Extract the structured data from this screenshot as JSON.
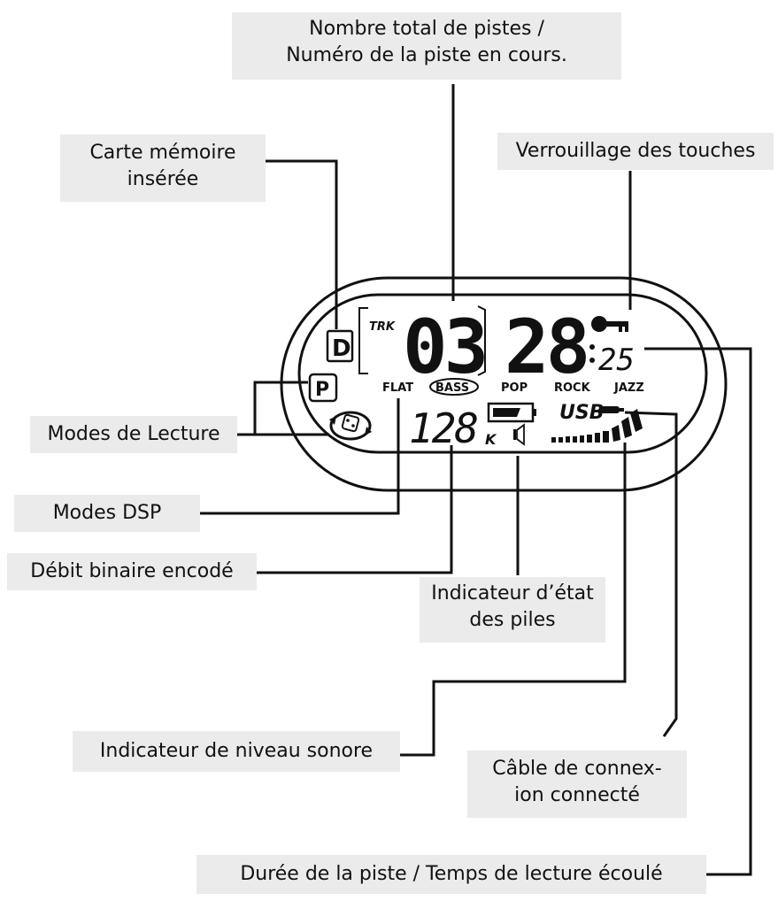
{
  "callouts": {
    "track_count": {
      "line1": "Nombre total de pistes /",
      "line2": "Numéro de la piste en cours."
    },
    "memory_card": {
      "line1": "Carte mémoire",
      "line2": "insérée"
    },
    "key_lock": {
      "line1": "Verrouillage des touches"
    },
    "play_modes": {
      "line1": "Modes de Lecture"
    },
    "dsp_modes": {
      "line1": "Modes DSP"
    },
    "bitrate": {
      "line1": "Débit binaire encodé"
    },
    "battery": {
      "line1": "Indicateur d’état",
      "line2": "des piles"
    },
    "volume": {
      "line1": "Indicateur de niveau sonore"
    },
    "cable": {
      "line1": "Câble de connex-",
      "line2": "ion connecté"
    },
    "duration": {
      "line1": "Durée de la piste / Temps de lecture écoulé"
    }
  },
  "display": {
    "trk_label": "TRK",
    "track_number": "03",
    "time_main": "28",
    "time_sub": "25",
    "bitrate_value": "128",
    "bitrate_unit": "K",
    "usb_label": "USB",
    "program_letter": "P",
    "memory_letter": "D",
    "eq_modes": [
      "FLAT",
      "BASS",
      "POP",
      "ROCK",
      "JAZZ"
    ],
    "eq_selected": "BASS"
  }
}
